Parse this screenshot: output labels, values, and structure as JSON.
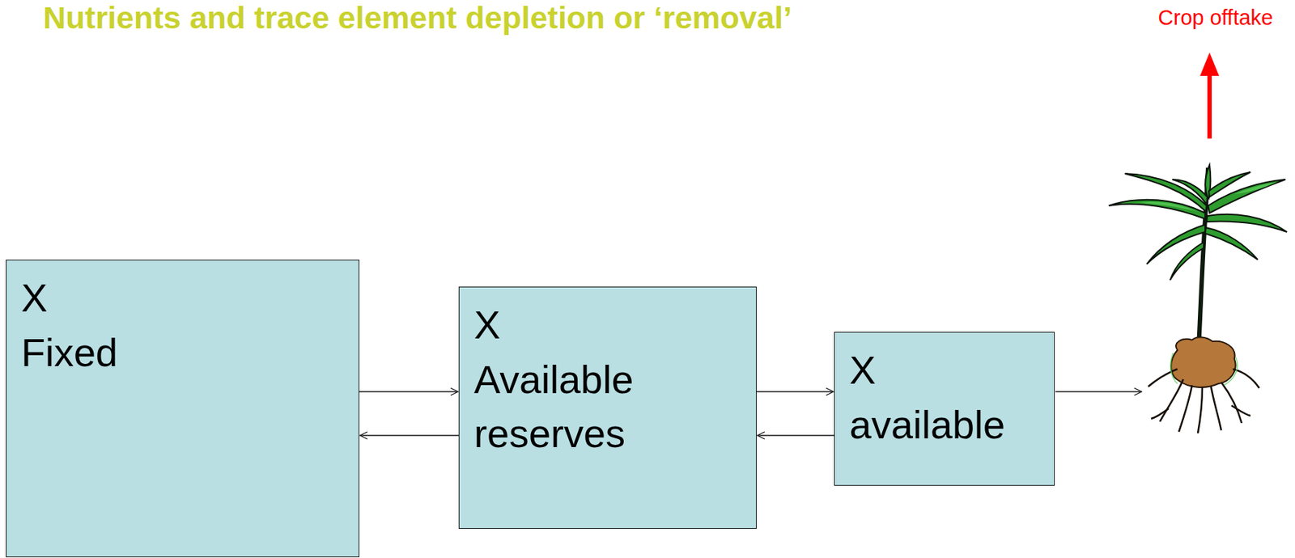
{
  "diagram": {
    "title": "Nutrients and trace element depletion or ‘removal’",
    "nodes": [
      {
        "text": [
          "X",
          "Fixed"
        ]
      },
      {
        "text": [
          "X",
          "Available reserves"
        ]
      },
      {
        "text": [
          "X",
          "available"
        ]
      }
    ],
    "edges": [
      {
        "from": 0,
        "to": 1,
        "arrow": "to"
      },
      {
        "from": 1,
        "to": 0,
        "arrow": "to"
      },
      {
        "from": 1,
        "to": 2,
        "arrow": "to"
      },
      {
        "from": 2,
        "to": 1,
        "arrow": "to"
      }
    ],
    "labels": [
      "Crop offtake"
    ]
  }
}
